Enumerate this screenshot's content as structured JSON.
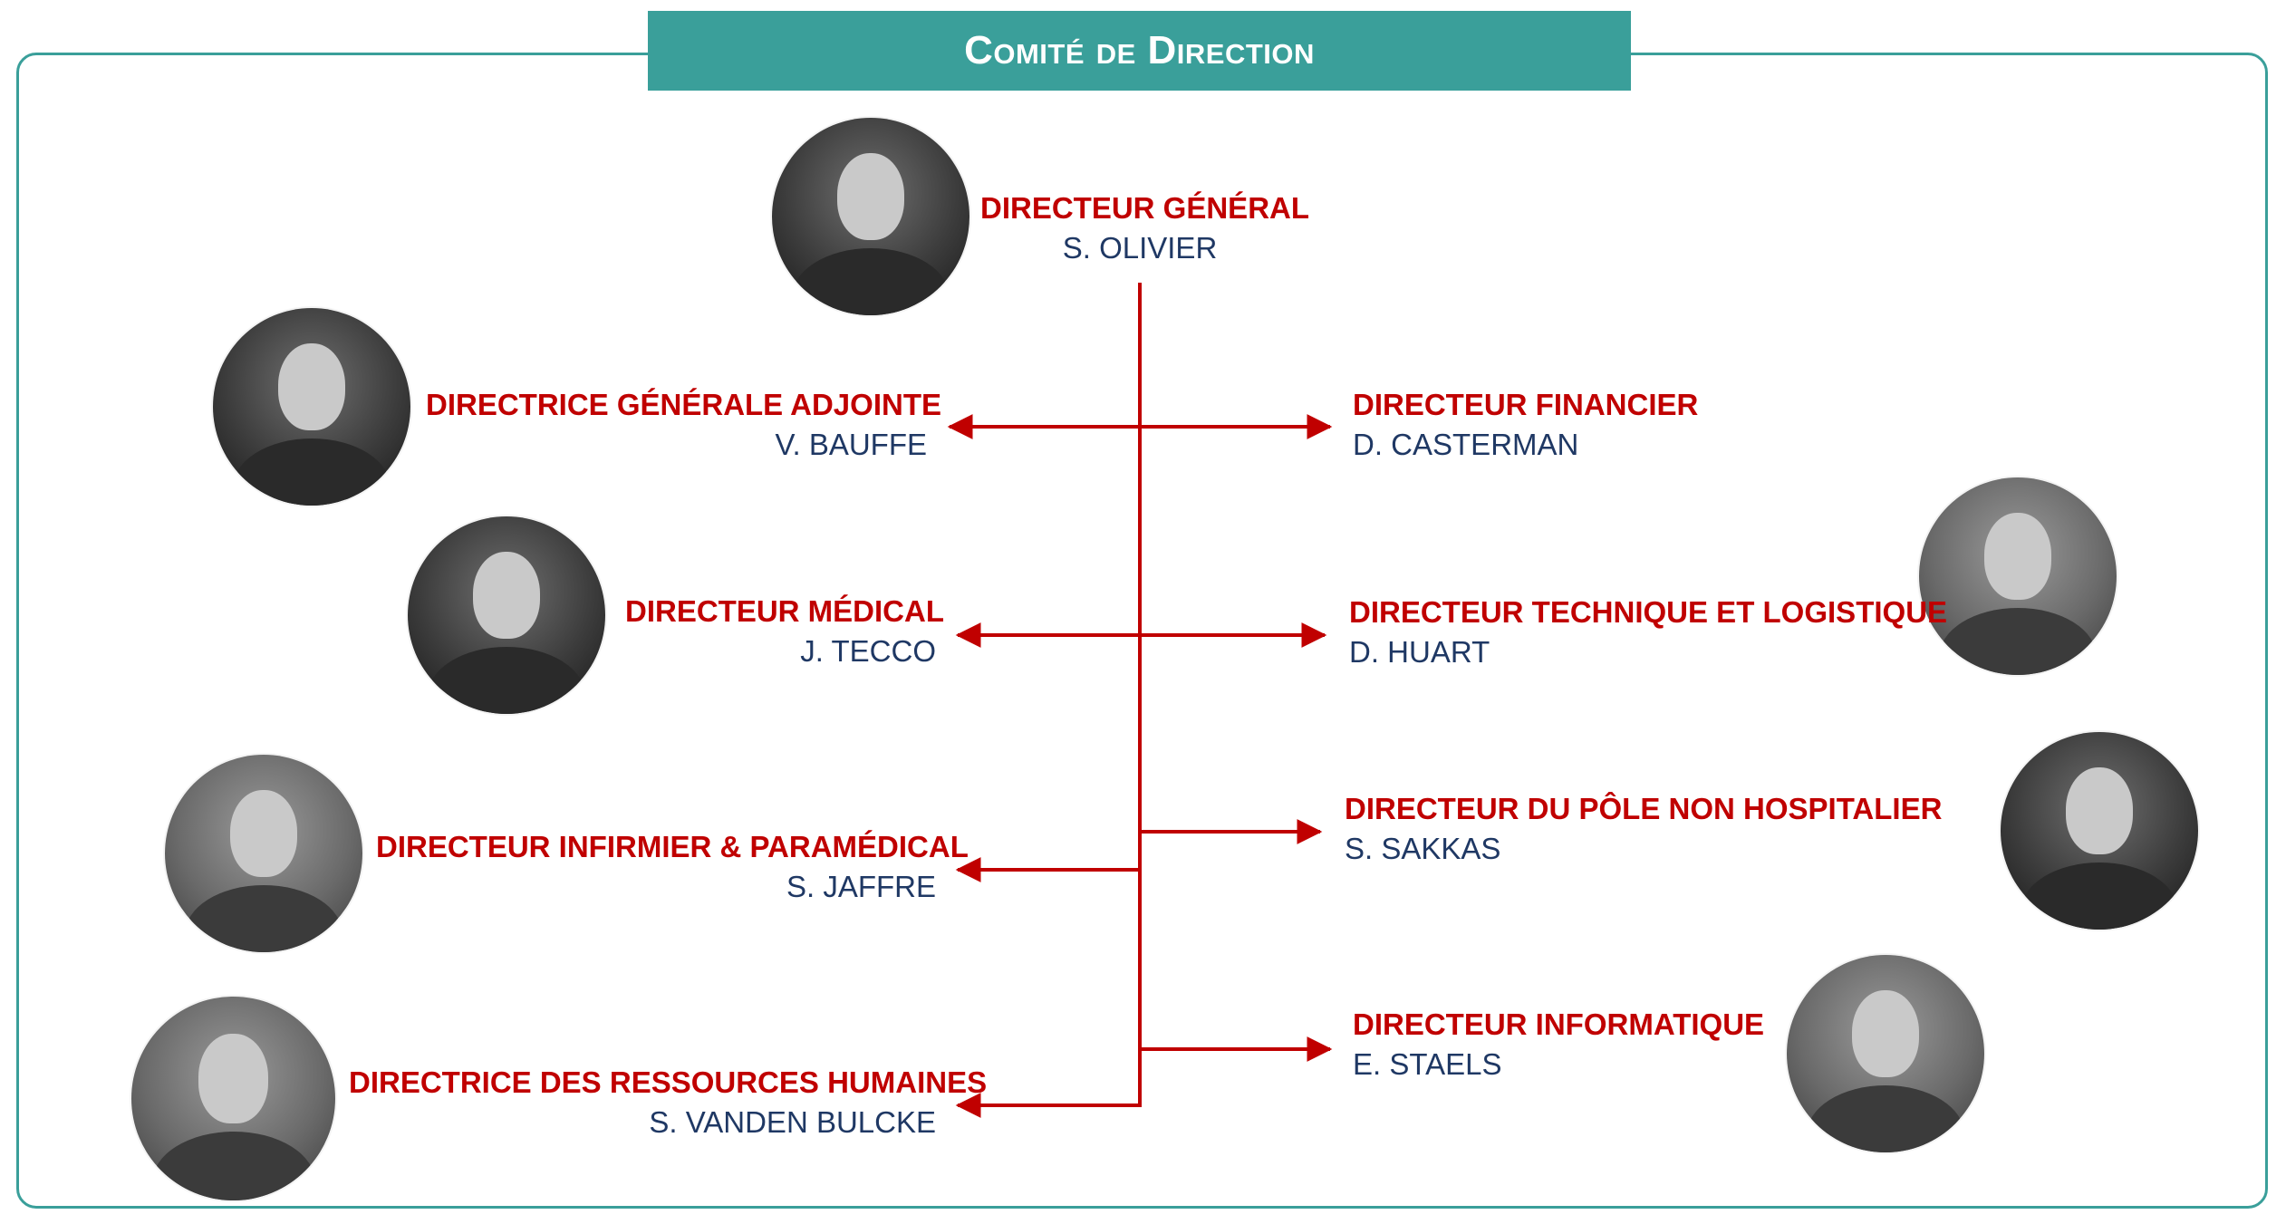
{
  "title": "Comité de Direction",
  "members": {
    "dg": {
      "role": "DIRECTEUR GÉNÉRAL",
      "name": "S. OLIVIER"
    },
    "dga": {
      "role": "DIRECTRICE GÉNÉRALE ADJOINTE",
      "name": "V. BAUFFE"
    },
    "fin": {
      "role": "DIRECTEUR FINANCIER",
      "name": "D. CASTERMAN"
    },
    "med": {
      "role": "DIRECTEUR MÉDICAL",
      "name": "J. TECCO"
    },
    "tech": {
      "role": "DIRECTEUR TECHNIQUE ET LOGISTIQUE",
      "name": "D. HUART"
    },
    "inf": {
      "role": "DIRECTEUR INFIRMIER & PARAMÉDICAL",
      "name": "S. JAFFRE"
    },
    "pole": {
      "role": "DIRECTEUR DU PÔLE NON HOSPITALIER",
      "name": "S. SAKKAS"
    },
    "info": {
      "role": "DIRECTEUR INFORMATIQUE",
      "name": "E. STAELS"
    },
    "rh": {
      "role": "DIRECTRICE DES RESSOURCES HUMAINES",
      "name": "S. VANDEN BULCKE"
    }
  },
  "colors": {
    "accent": "#3a9f9a",
    "role": "#c00000",
    "name": "#1f3864",
    "connector": "#c00000"
  }
}
